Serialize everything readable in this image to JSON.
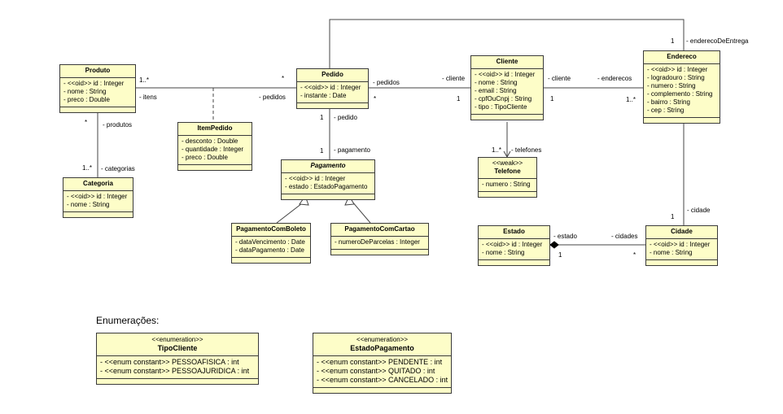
{
  "classes": {
    "produto": {
      "name": "Produto",
      "attrs": [
        "- <<oid>> id : Integer",
        "- nome : String",
        "- preco : Double"
      ]
    },
    "categoria": {
      "name": "Categoria",
      "attrs": [
        "- <<oid>> id : Integer",
        "- nome : String"
      ]
    },
    "item_pedido": {
      "name": "ItemPedido",
      "attrs": [
        "- desconto : Double",
        "- quantidade : Integer",
        "- preco : Double"
      ]
    },
    "pedido": {
      "name": "Pedido",
      "attrs": [
        "- <<oid>> id : Integer",
        "- instante : Date"
      ]
    },
    "pagamento": {
      "name": "Pagamento",
      "attrs": [
        "- <<oid>> id : Integer",
        "- estado : EstadoPagamento"
      ]
    },
    "pagamento_boleto": {
      "name": "PagamentoComBoleto",
      "attrs": [
        "- dataVencimento : Date",
        "- dataPagamento : Date"
      ]
    },
    "pagamento_cartao": {
      "name": "PagamentoComCartao",
      "attrs": [
        "- numeroDeParcelas : Integer"
      ]
    },
    "cliente": {
      "name": "Cliente",
      "attrs": [
        "- <<oid>> id : Integer",
        "- nome : String",
        "- email : String",
        "- cpfOuCnpj : String",
        "- tipo : TipoCliente"
      ]
    },
    "telefone": {
      "stereotype": "<<weak>>",
      "name": "Telefone",
      "attrs": [
        "- numero : String"
      ]
    },
    "endereco": {
      "name": "Endereco",
      "attrs": [
        "- <<oid>> id : Integer",
        "- logradouro : String",
        "- numero : String",
        "- complemento : String",
        "- bairro : String",
        "- cep : String"
      ]
    },
    "estado": {
      "name": "Estado",
      "attrs": [
        "- <<oid>> id : Integer",
        "- nome : String"
      ]
    },
    "cidade": {
      "name": "Cidade",
      "attrs": [
        "- <<oid>> id : Integer",
        "- nome : String"
      ]
    },
    "tipo_cliente": {
      "stereotype": "<<enumeration>>",
      "name": "TipoCliente",
      "attrs": [
        "- <<enum constant>> PESSOAFISICA : int",
        "- <<enum constant>> PESSOAJURIDICA : int"
      ]
    },
    "estado_pagamento": {
      "stereotype": "<<enumeration>>",
      "name": "EstadoPagamento",
      "attrs": [
        "- <<enum constant>> PENDENTE : int",
        "- <<enum constant>> QUITADO : int",
        "- <<enum constant>> CANCELADO : int"
      ]
    }
  },
  "enum_section_title": "Enumerações:",
  "labels": {
    "produto_mult_itens": "1..*",
    "itens": "- itens",
    "pedido_mult_pedidos": "*",
    "pedidos_left": "- pedidos",
    "produto_mult_cat": "*",
    "produtos": "- produtos",
    "categoria_mult": "1..*",
    "categorias": "- categorias",
    "pedido_star": "*",
    "pedidos_right": "- pedidos",
    "cliente_role": "- cliente",
    "cliente_one": "1",
    "pedido_one": "1",
    "pedido_role": "- pedido",
    "pagamento_one": "1",
    "pagamento_role": "- pagamento",
    "cliente_role2": "- cliente",
    "cliente_one2": "1",
    "enderecos": "- enderecos",
    "enderecos_mult": "1..*",
    "entrega_one": "1",
    "endereco_entrega": "- enderecoDeEntrega",
    "telefones_mult": "1..*",
    "telefones": "- telefones",
    "cidade_one": "1",
    "cidade_role": "- cidade",
    "estado_role": "- estado",
    "estado_one": "1",
    "cidades_role": "- cidades",
    "cidades_star": "*"
  }
}
